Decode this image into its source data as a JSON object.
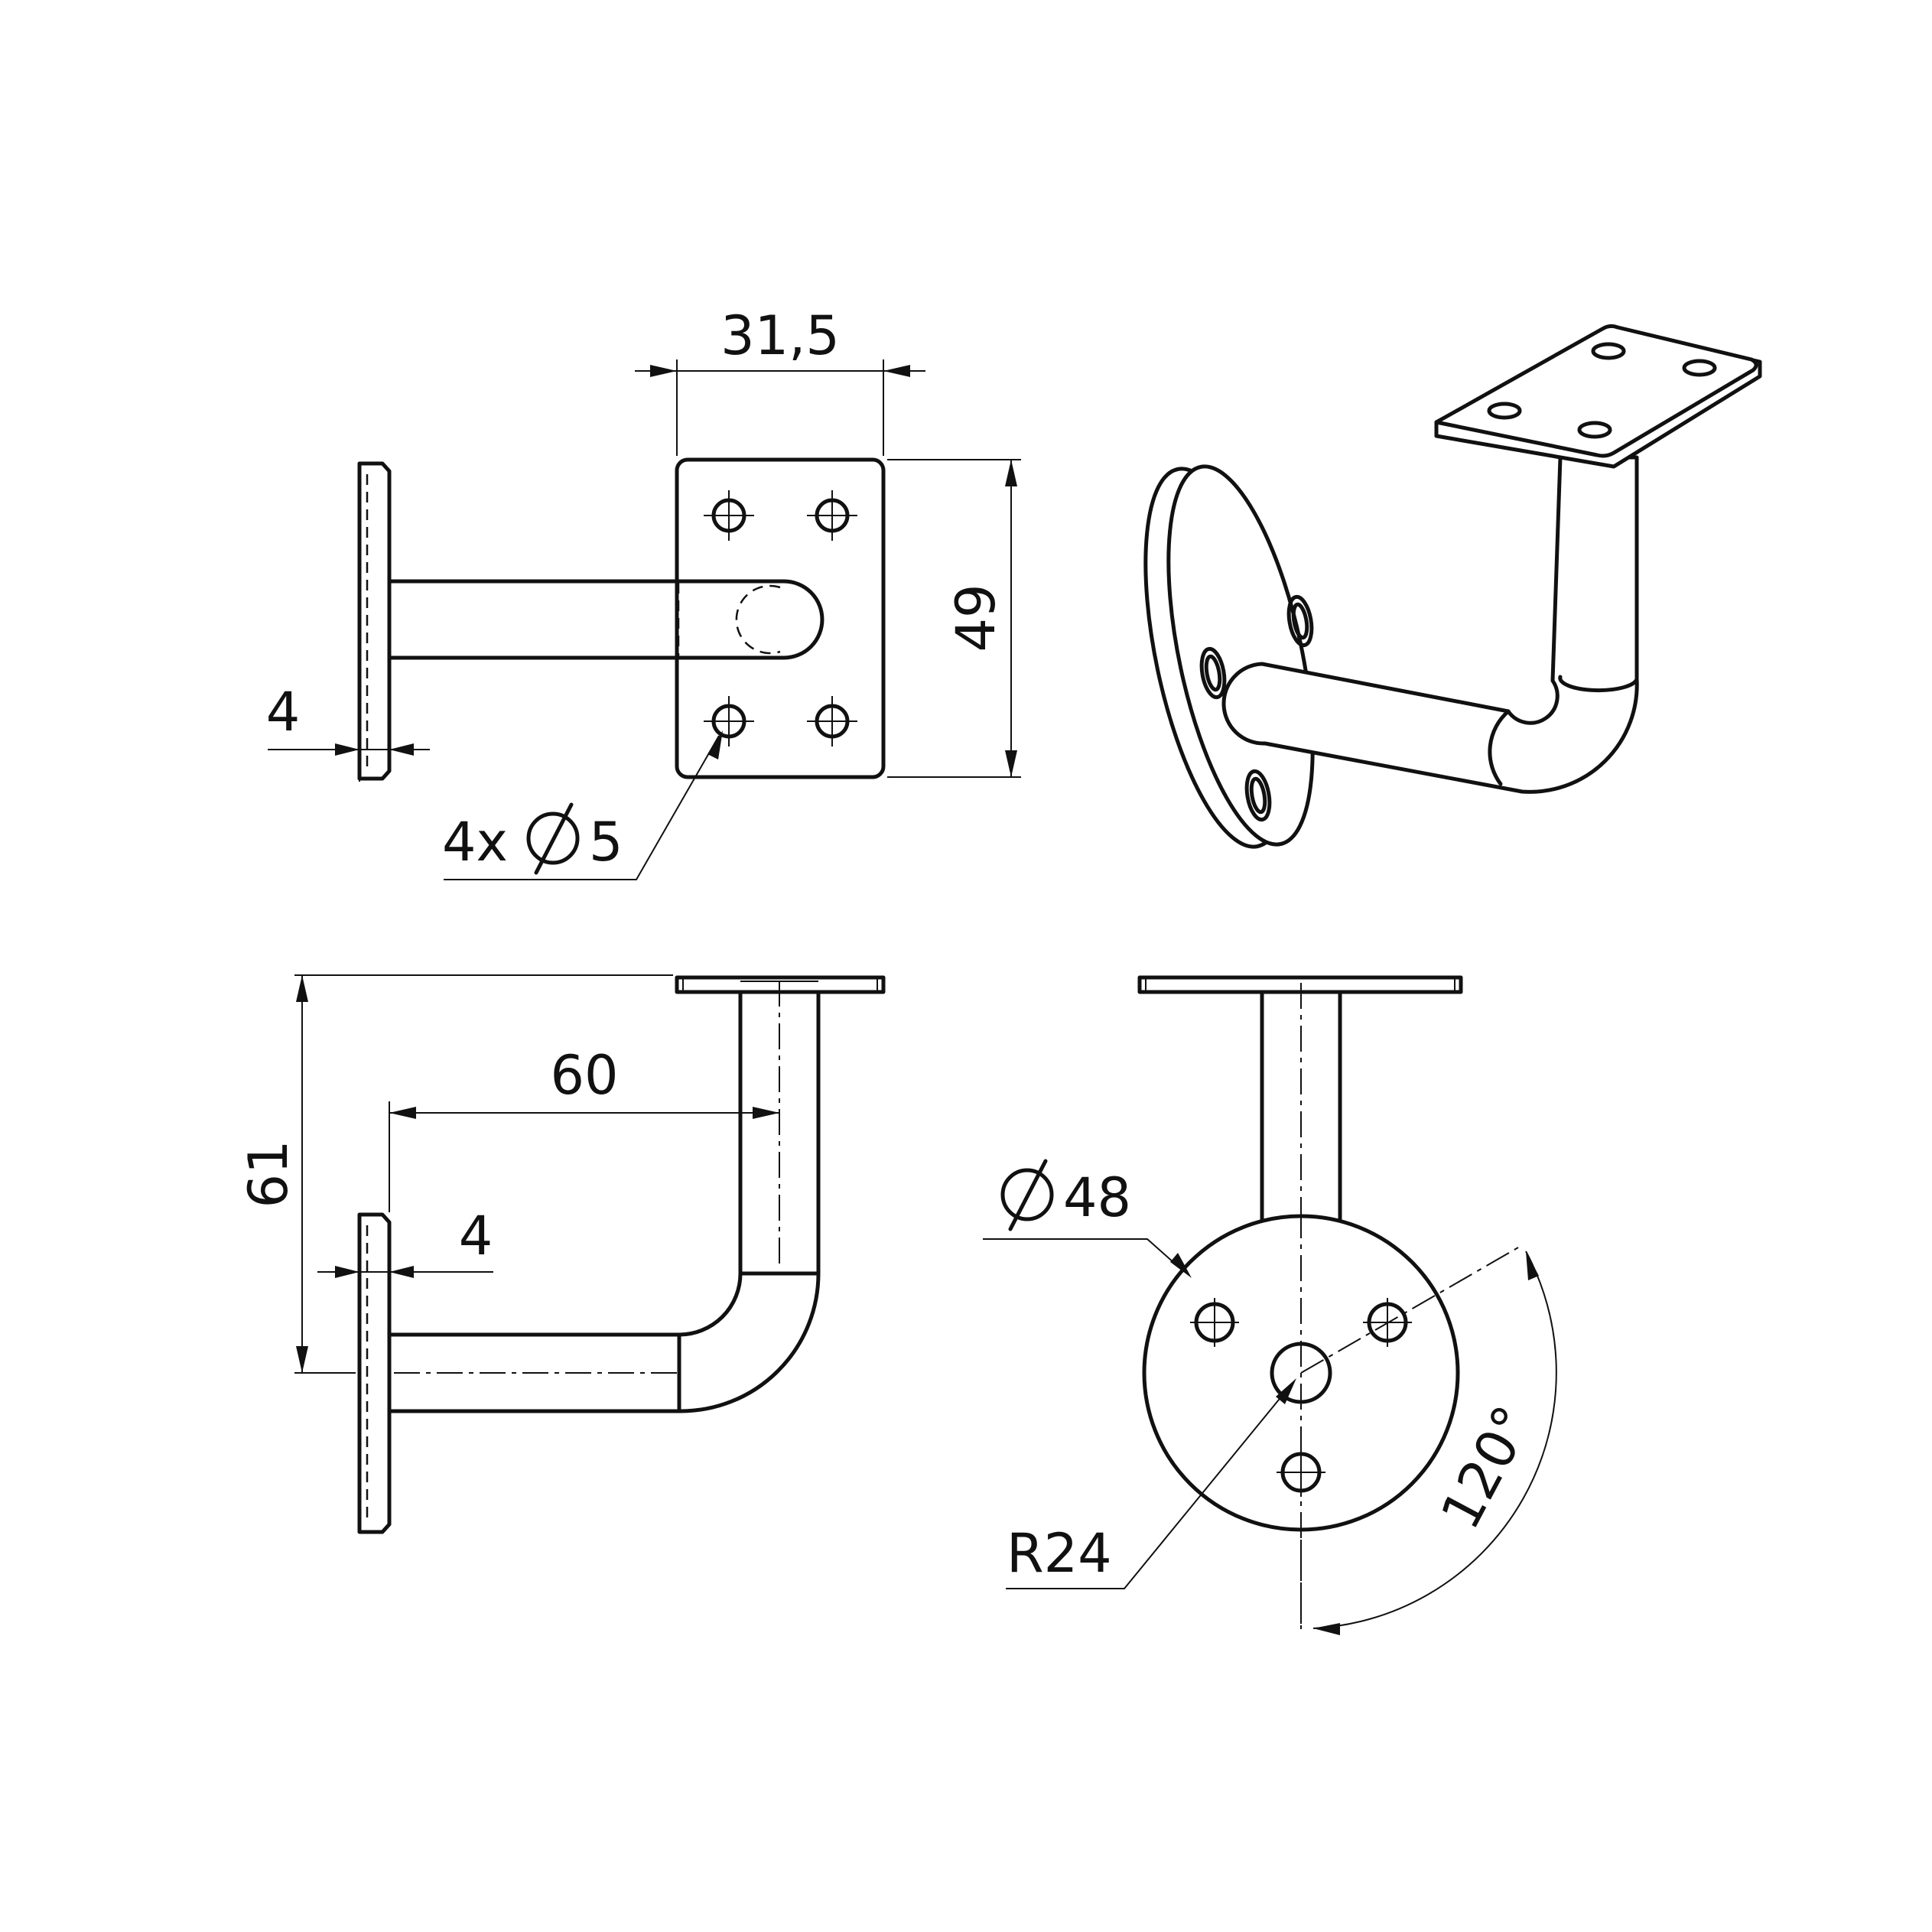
{
  "dimensions": {
    "top_width": "31,5",
    "top_height": "49",
    "top_plate_thickness": "4",
    "holes_prefix": "4x",
    "holes_diameter": "5",
    "side_projection": "60",
    "side_height": "61",
    "side_plate_thickness": "4",
    "flange_diameter": "48",
    "bolt_radius": "R24",
    "bolt_angle": "120°"
  },
  "symbols": {
    "diameter": "diameter-symbol"
  }
}
